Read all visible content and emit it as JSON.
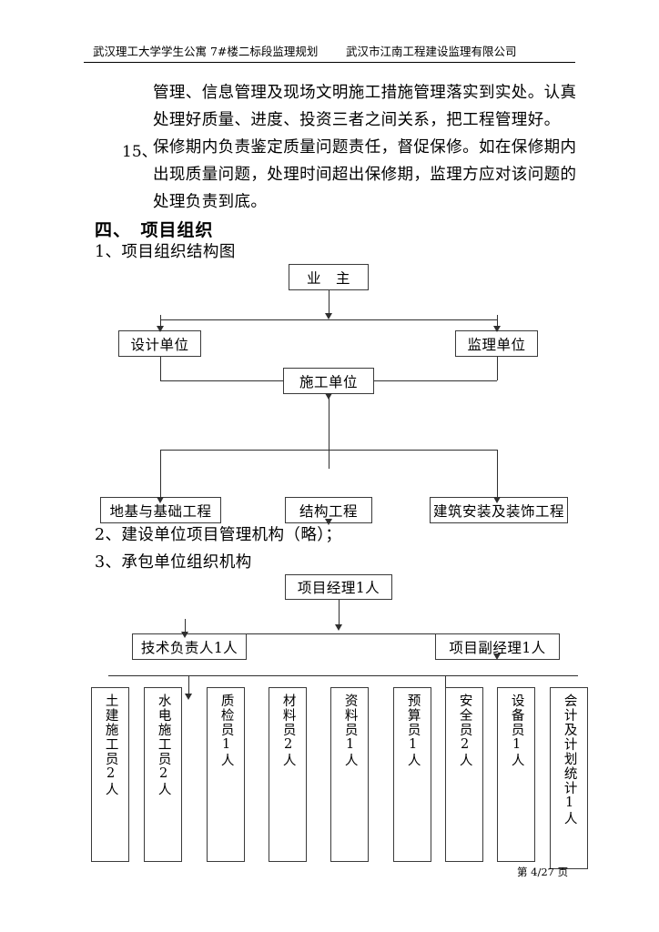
{
  "header": {
    "left_text": "武汉理工大学学生公寓 7#楼二标段监理规划",
    "right_text": "武汉市江南工程建设监理有限公司"
  },
  "body": {
    "para1_line1": "管理、信息管理及现场文明施工措施管理落实到实处。认真",
    "para1_line2": "处理好质量、进度、投资三者之间关系，把工程管理好。",
    "item15_number": "15、",
    "item15_line1": "保修期内负责鉴定质量问题责任，督促保修。如在保修期内",
    "item15_line2": "出现质量问题，处理时间超出保修期，监理方应对该问题的",
    "item15_line3": "处理负责到底。",
    "section_heading": "四、　项目组织",
    "item1": "1、项目组织结构图",
    "item2": "2、建设单位项目管理机构（略）；",
    "item3": "3、承包单位组织机构"
  },
  "chart1": {
    "title": "项目组织结构图",
    "owner": "业　主",
    "design_unit": "设计单位",
    "supervision_unit": "监理单位",
    "construction_unit": "施工单位",
    "foundation_works": "地基与基础工程",
    "structural_works": "结构工程",
    "install_decoration_works": "建筑安装及装饰工程"
  },
  "chart2": {
    "title": "承包单位组织机构",
    "project_manager": "项目经理1人",
    "technical_lead": "技术负责人1人",
    "deputy_manager": "项目副经理1人",
    "staff": [
      "土建施工员2人",
      "水电施工员2人",
      "质检员1人",
      "材料员2人",
      "资料员1人",
      "预算员1人",
      "安全员2人",
      "设备员1人",
      "会计及计划统计1人"
    ]
  },
  "footer": {
    "page_label": "第 4/27 页"
  }
}
